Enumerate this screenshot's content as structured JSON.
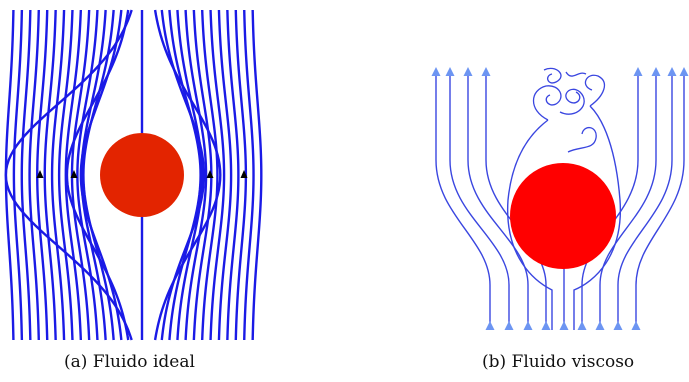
{
  "panels": [
    {
      "id": "a",
      "caption": "(a) Fluido ideal",
      "line_color": "#1a1ae6",
      "obstacle_color": "#e32400",
      "arrow_color": "#000000"
    },
    {
      "id": "b",
      "caption": "(b) Fluido viscoso",
      "line_color": "#3a46e0",
      "arrow_color": "#6d95f2",
      "obstacle_color": "#ff0000"
    }
  ]
}
